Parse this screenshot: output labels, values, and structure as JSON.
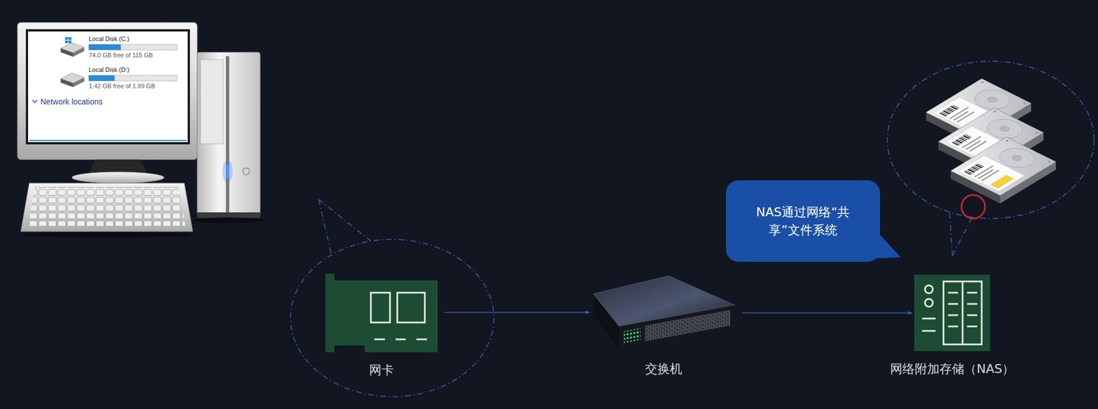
{
  "diagram": {
    "nodes": [
      {
        "text": [
          "网卡"
        ]
      },
      {
        "text": [
          "交换机"
        ]
      },
      {
        "text": [
          "NAS通过网络“共 享”文件系统"
        ]
      },
      {
        "text": [
          "网络附加存储（NAS）"
        ]
      }
    ],
    "edges": [
      {
        "from": 0,
        "to": 1,
        "arrow": "to"
      },
      {
        "from": 1,
        "to": 3,
        "arrow": "to"
      }
    ],
    "labels": [
      "Local Disk (C:)",
      "74.0 GB free of 115 GB",
      "Local Disk (D:)",
      "1.42 GB free of 1.99 GB",
      "Network locations"
    ]
  }
}
